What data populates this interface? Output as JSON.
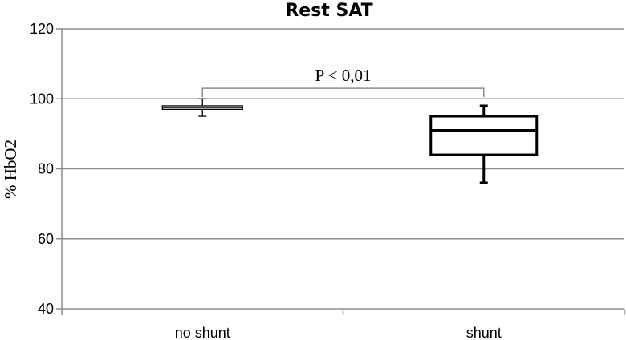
{
  "chart_data": {
    "type": "box",
    "title": "Rest SAT",
    "xlabel": "",
    "ylabel": "% HbO2",
    "ylim": [
      40,
      120
    ],
    "yticks": [
      40,
      60,
      80,
      100,
      120
    ],
    "grid": true,
    "categories": [
      "no shunt",
      "shunt"
    ],
    "boxes": [
      {
        "category": "no shunt",
        "min": 95,
        "q1": 97,
        "median": 97.5,
        "q3": 98,
        "max": 100,
        "style": "thin"
      },
      {
        "category": "shunt",
        "min": 76,
        "q1": 84,
        "median": 91,
        "q3": 95,
        "max": 98,
        "style": "bold"
      }
    ],
    "annotations": [
      {
        "text": "P < 0,01",
        "from": "no shunt",
        "to": "shunt",
        "y": 103
      }
    ]
  }
}
